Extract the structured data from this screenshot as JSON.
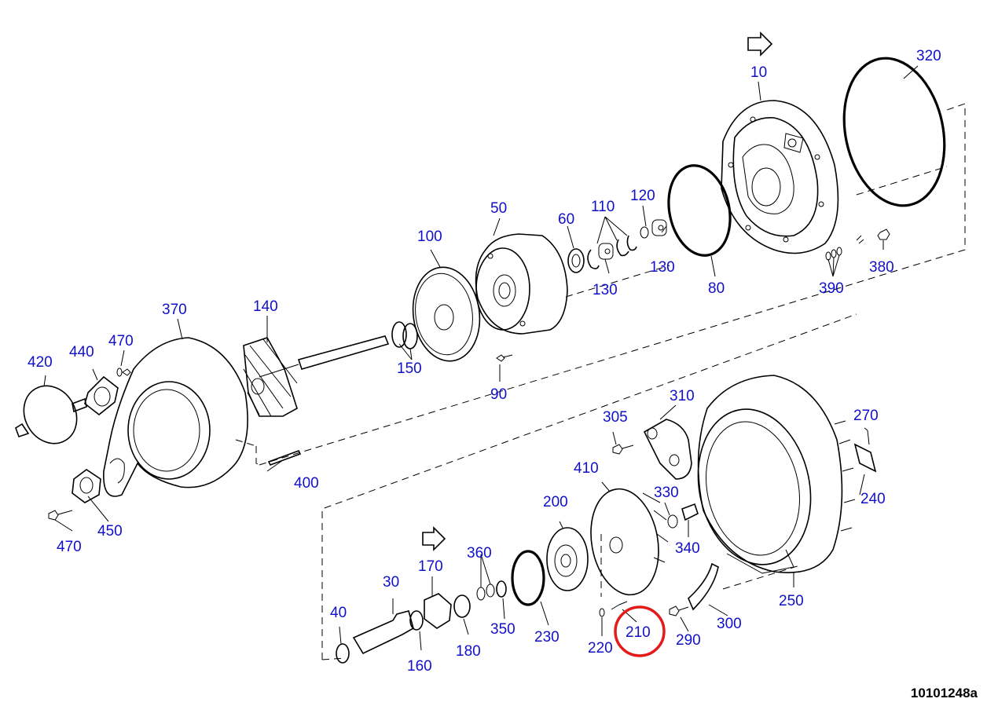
{
  "drawing_code": "10101248a",
  "highlight_color": "#e41b1b",
  "label_color": "#1010c8",
  "highlighted_part": "210",
  "parts": {
    "p10": "10",
    "p30": "30",
    "p40": "40",
    "p50": "50",
    "p60": "60",
    "p80": "80",
    "p90": "90",
    "p100": "100",
    "p110": "110",
    "p120": "120",
    "p130a": "130",
    "p130b": "130",
    "p140": "140",
    "p150": "150",
    "p160": "160",
    "p170": "170",
    "p180": "180",
    "p200": "200",
    "p210": "210",
    "p220": "220",
    "p230": "230",
    "p240": "240",
    "p250": "250",
    "p270": "270",
    "p290": "290",
    "p300": "300",
    "p305": "305",
    "p310": "310",
    "p320": "320",
    "p330": "330",
    "p340": "340",
    "p350": "350",
    "p360": "360",
    "p370": "370",
    "p380": "380",
    "p390": "390",
    "p400": "400",
    "p410": "410",
    "p420": "420",
    "p440": "440",
    "p450": "450",
    "p470a": "470",
    "p470b": "470"
  }
}
